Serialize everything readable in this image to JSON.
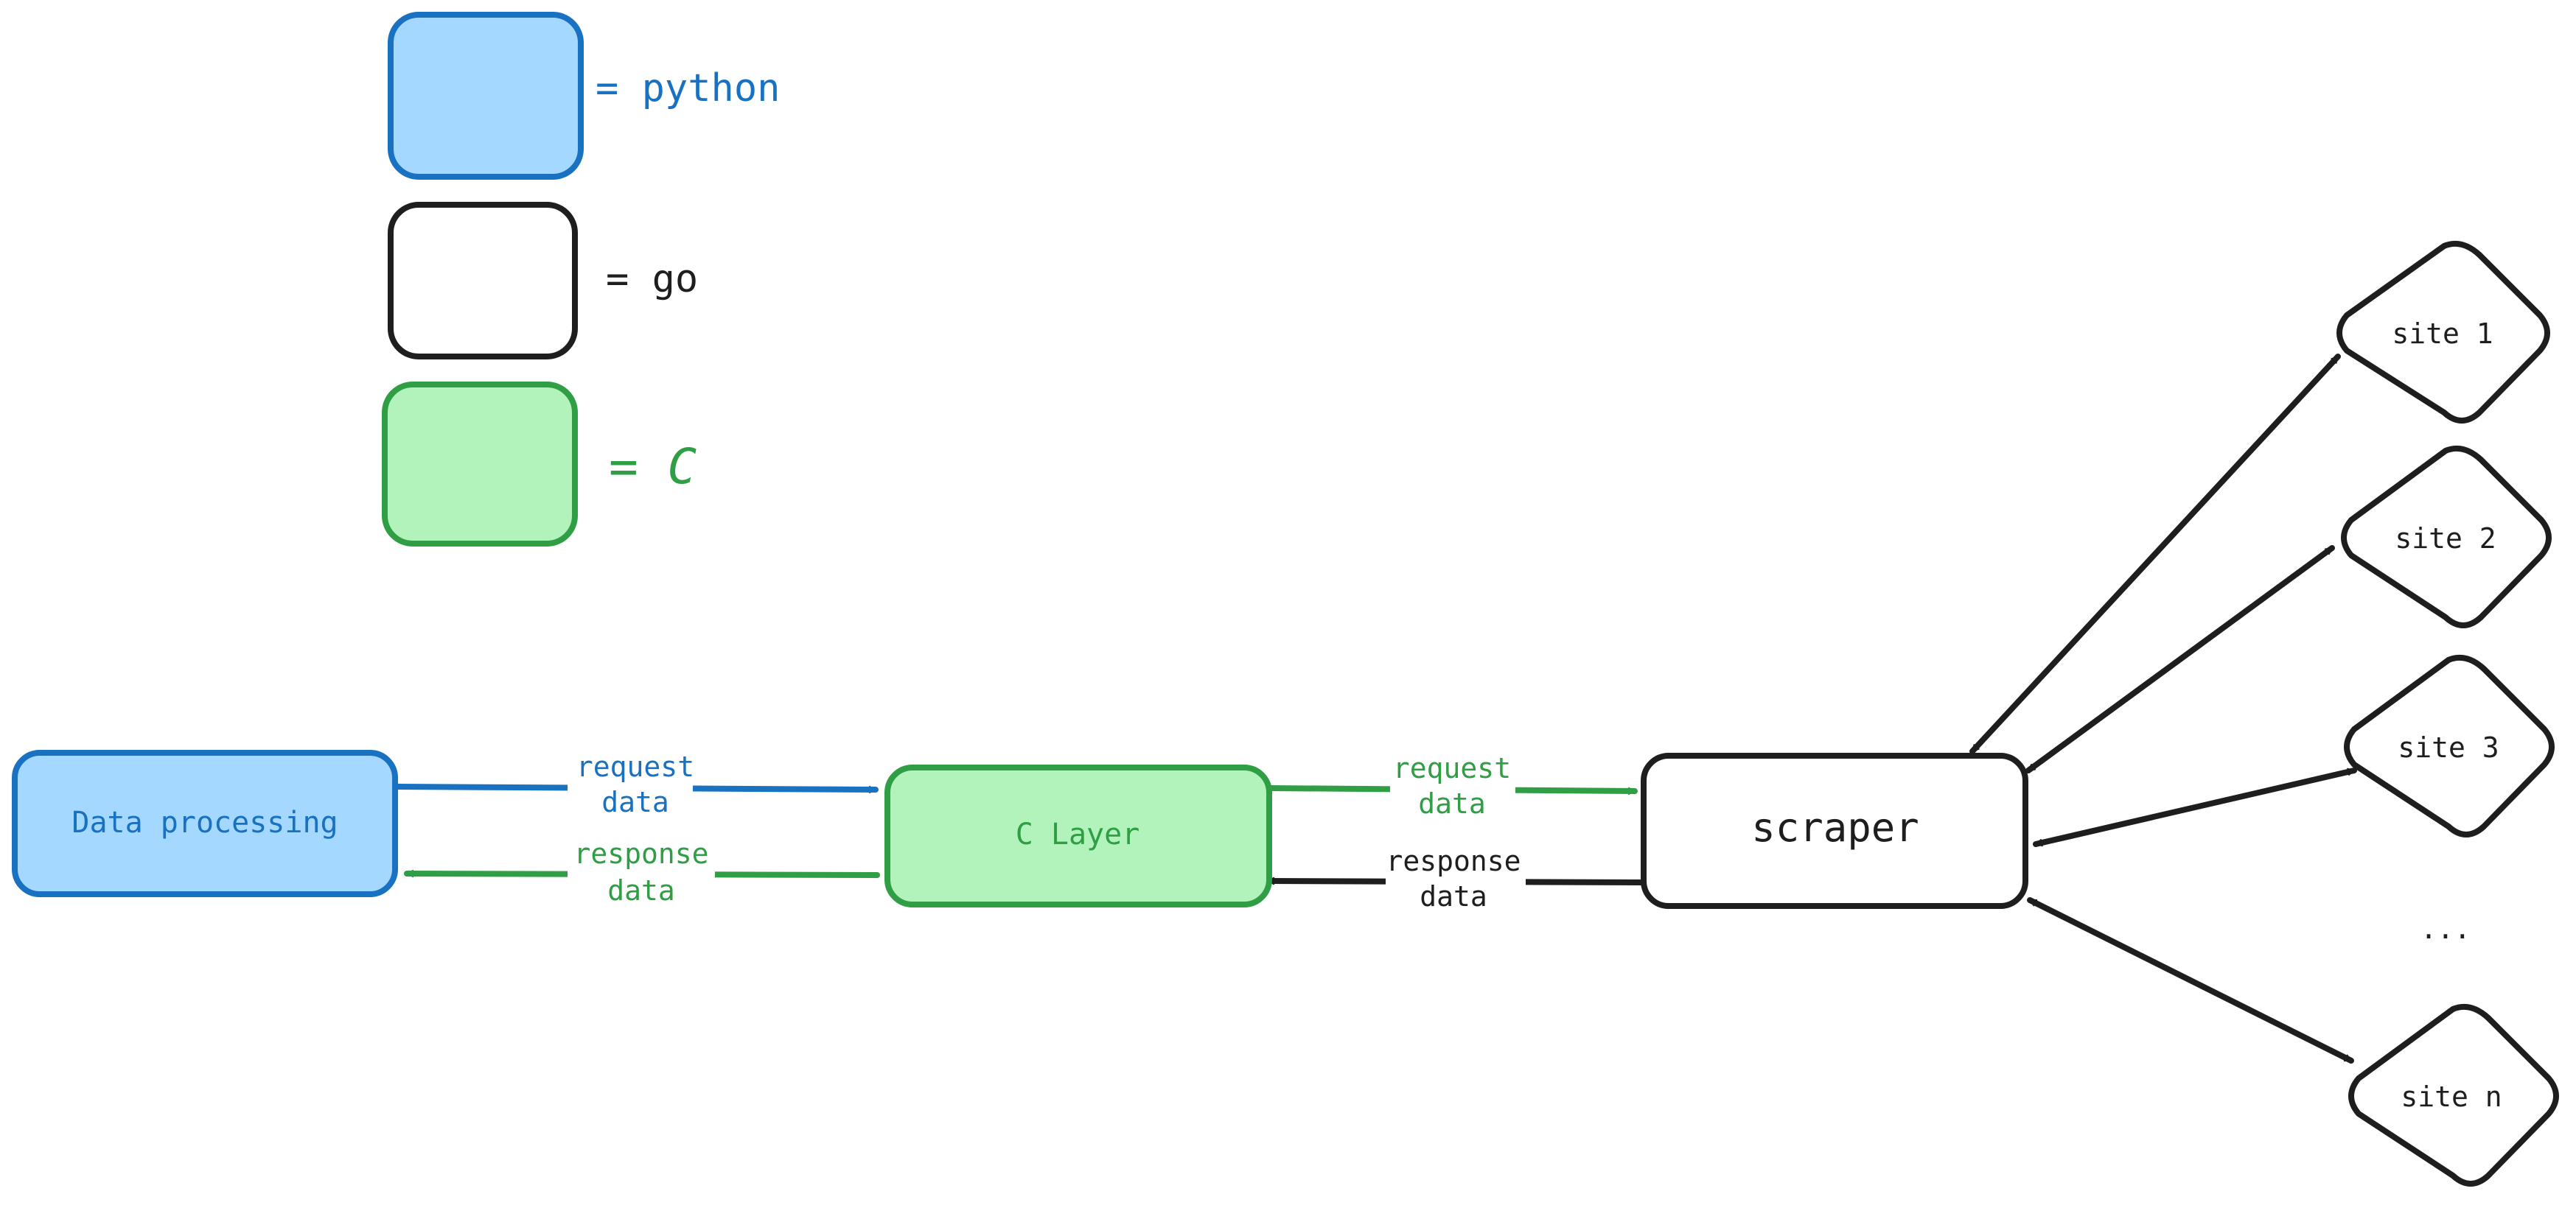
{
  "colors": {
    "python_fill": "#a5d8ff",
    "python_stroke": "#1971c2",
    "go_fill": "#ffffff",
    "go_stroke": "#1e1e1e",
    "c_fill": "#b2f2bb",
    "c_stroke": "#2f9e44"
  },
  "legend": {
    "python": "= python",
    "go": "= go",
    "c": "= C"
  },
  "nodes": {
    "data_processing": "Data processing",
    "c_layer": "C Layer",
    "scraper": "scraper",
    "site1": "site 1",
    "site2": "site 2",
    "site3": "site 3",
    "ellipsis": "...",
    "siten": "site n"
  },
  "edges": {
    "dp_to_c": {
      "line1": "request",
      "line2": "data"
    },
    "c_to_dp": {
      "line1": "response",
      "line2": "data"
    },
    "c_to_scraper": {
      "line1": "request",
      "line2": "data"
    },
    "scraper_to_c": {
      "line1": "response",
      "line2": "data"
    }
  }
}
